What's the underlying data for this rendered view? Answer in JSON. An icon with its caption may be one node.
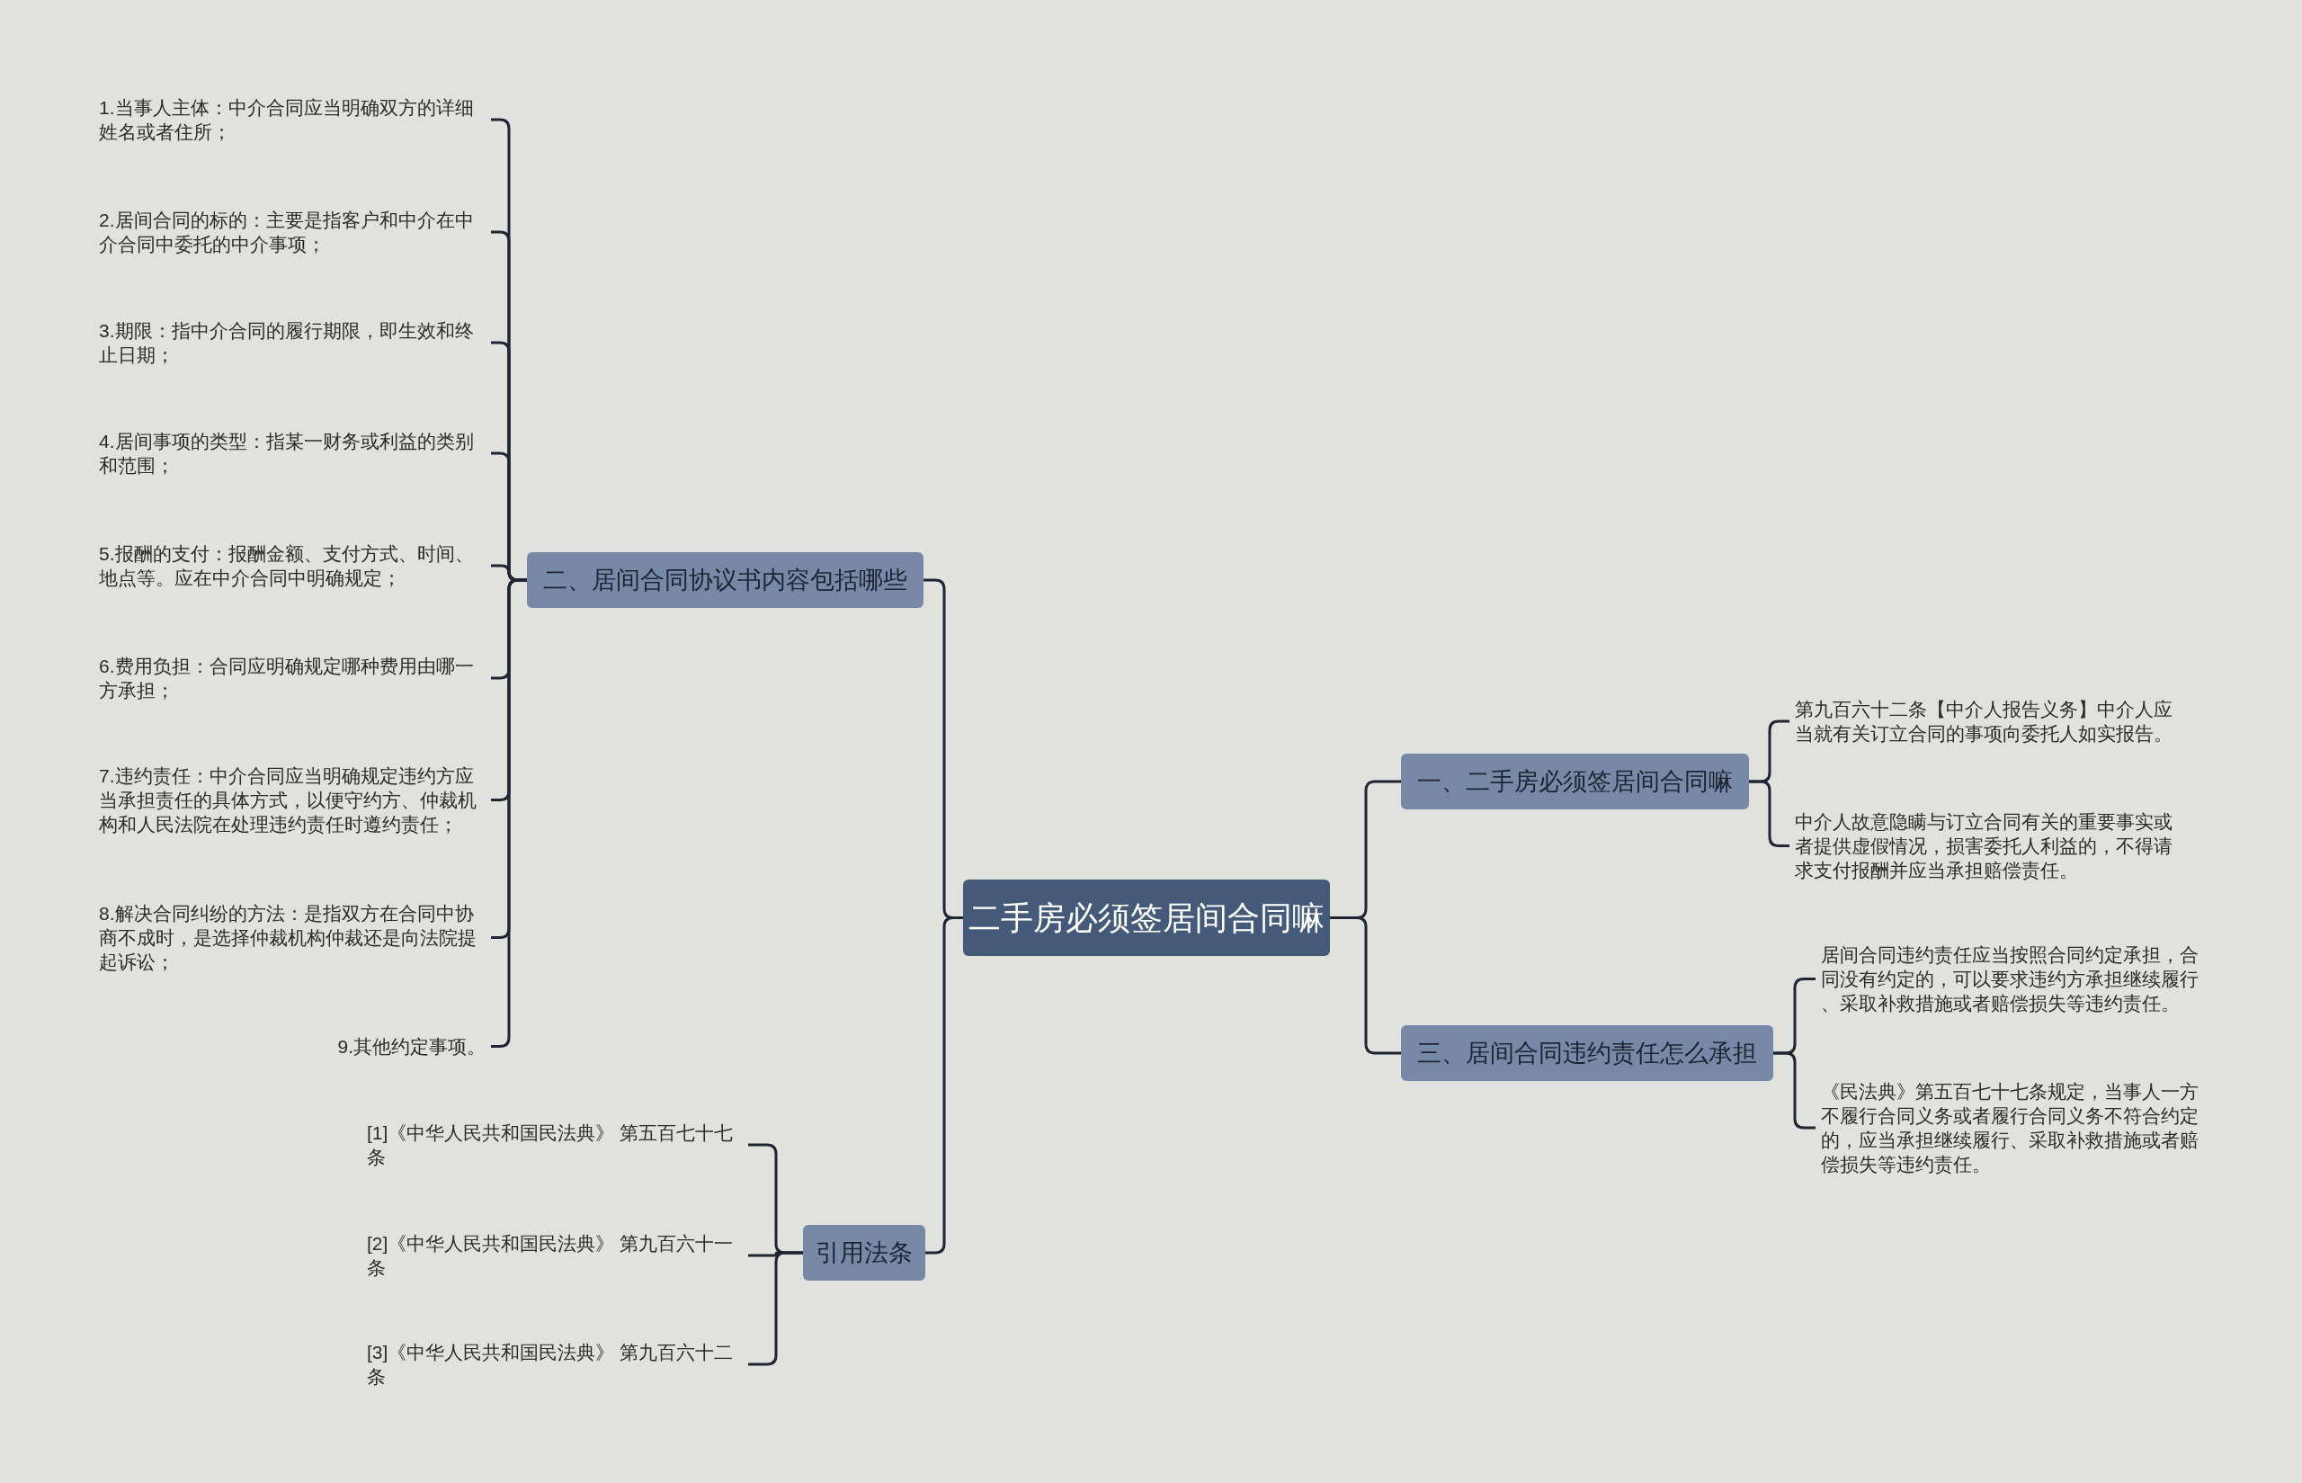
{
  "diagram": {
    "nodes": [
      {
        "text": [
          "二手房必须签居间合同嘛"
        ]
      },
      {
        "text": [
          "一、二手房必须签居间合同嘛"
        ]
      },
      {
        "text": [
          "第九百六十二条【中介人报告义务】中介人应当就有关订立合同的事项向委托人如实报告。"
        ]
      },
      {
        "text": [
          "中介人故意隐瞒与订立合同有关的重要事实或者提供虚假情况，损害委托人利益的，不得请求支付报酬并应当承担赔偿责任。"
        ]
      },
      {
        "text": [
          "二、居间合同协议书内容包括哪些"
        ]
      },
      {
        "text": [
          "1.当事人主体：中介合同应当明确双方的详细姓名或者住所；"
        ]
      },
      {
        "text": [
          "2.居间合同的标的：主要是指客户和中介在中介合同中委托的中介事项；"
        ]
      },
      {
        "text": [
          "3.期限：指中介合同的履行期限，即生效和终止日期；"
        ]
      },
      {
        "text": [
          "4.居间事项的类型：指某一财务或利益的类别和范围；"
        ]
      },
      {
        "text": [
          "5.报酬的支付：报酬金额、支付方式、时间、地点等。应在中介合同中明确规定；"
        ]
      },
      {
        "text": [
          "6.费用负担：合同应明确规定哪种费用由哪一方承担；"
        ]
      },
      {
        "text": [
          "7.违约责任：中介合同应当明确规定违约方应当承担责任的具体方式，以便守约方、仲裁机构和人民法院在处理违约责任时遵约责任；"
        ]
      },
      {
        "text": [
          "8.解决合同纠纷的方法：是指双方在合同中协商不成时，是选择仲裁机构仲裁还是向法院提起诉讼；"
        ]
      },
      {
        "text": [
          "9.其他约定事项。"
        ]
      },
      {
        "text": [
          "三、居间合同违约责任怎么承担"
        ]
      },
      {
        "text": [
          "居间合同违约责任应当按照合同约定承担，合同没有约定的，可以要求违约方承担继续履行、采取补救措施或者赔偿损失等违约责任。"
        ]
      },
      {
        "text": [
          "《民法典》第五百七十七条规定，当事人一方不履行合同义务或者履行合同义务不符合约定的，应当承担继续履行、采取补救措施或者赔偿损失等违约责任。"
        ]
      },
      {
        "text": [
          "引用法条"
        ]
      },
      {
        "text": [
          "[1]《中华人民共和国民法典》 第五百七十七条"
        ]
      },
      {
        "text": [
          "[2]《中华人民共和国民法典》 第九百六十一条"
        ]
      },
      {
        "text": [
          "[3]《中华人民共和国民法典》 第九百六十二条"
        ]
      }
    ],
    "edges": [
      {
        "from": 0,
        "to": 1,
        "arrow": "none"
      },
      {
        "from": 1,
        "to": 2,
        "arrow": "none"
      },
      {
        "from": 1,
        "to": 3,
        "arrow": "none"
      },
      {
        "from": 0,
        "to": 4,
        "arrow": "none"
      },
      {
        "from": 4,
        "to": 5,
        "arrow": "none"
      },
      {
        "from": 4,
        "to": 6,
        "arrow": "none"
      },
      {
        "from": 4,
        "to": 7,
        "arrow": "none"
      },
      {
        "from": 4,
        "to": 8,
        "arrow": "none"
      },
      {
        "from": 4,
        "to": 9,
        "arrow": "none"
      },
      {
        "from": 4,
        "to": 10,
        "arrow": "none"
      },
      {
        "from": 4,
        "to": 11,
        "arrow": "none"
      },
      {
        "from": 4,
        "to": 12,
        "arrow": "none"
      },
      {
        "from": 4,
        "to": 13,
        "arrow": "none"
      },
      {
        "from": 0,
        "to": 14,
        "arrow": "none"
      },
      {
        "from": 14,
        "to": 15,
        "arrow": "none"
      },
      {
        "from": 14,
        "to": 16,
        "arrow": "none"
      },
      {
        "from": 0,
        "to": 17,
        "arrow": "none"
      },
      {
        "from": 17,
        "to": 18,
        "arrow": "none"
      },
      {
        "from": 17,
        "to": 19,
        "arrow": "none"
      },
      {
        "from": 17,
        "to": 20,
        "arrow": "none"
      }
    ]
  }
}
